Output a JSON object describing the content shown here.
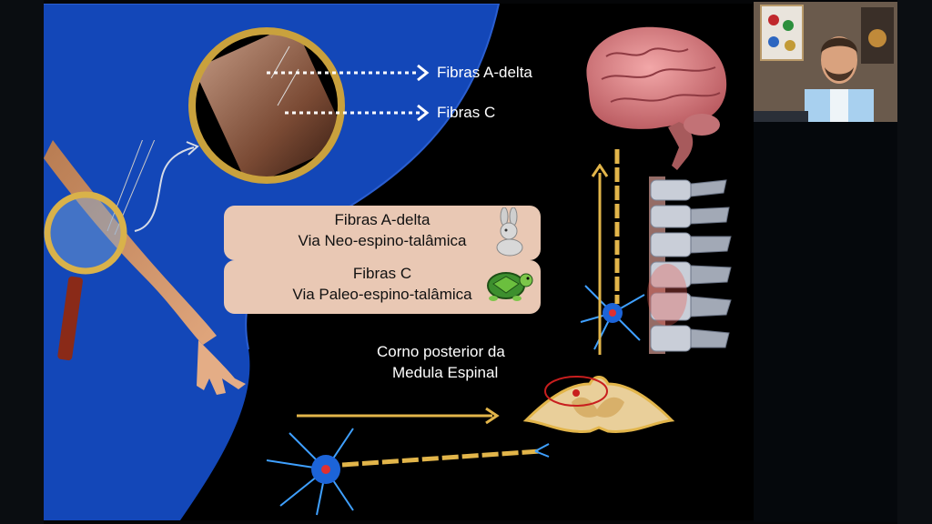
{
  "slide": {
    "callouts": {
      "fibras_a_delta": "Fibras A-delta",
      "fibras_c": "Fibras C"
    },
    "box_a": {
      "line1": "Fibras A-delta",
      "line2": "Via Neo-espino-talâmica",
      "icon": "rabbit-icon"
    },
    "box_c": {
      "line1": "Fibras C",
      "line2": "Via Paleo-espino-talâmica",
      "icon": "turtle-icon"
    },
    "corno_label": {
      "line1": "Corno posterior da",
      "line2": "Medula Espinal"
    }
  },
  "colors": {
    "slide_blue": "#1347b8",
    "box_fill": "#e9c8b4",
    "gold": "#d4a437",
    "arrow_gold": "#e2b54a"
  }
}
